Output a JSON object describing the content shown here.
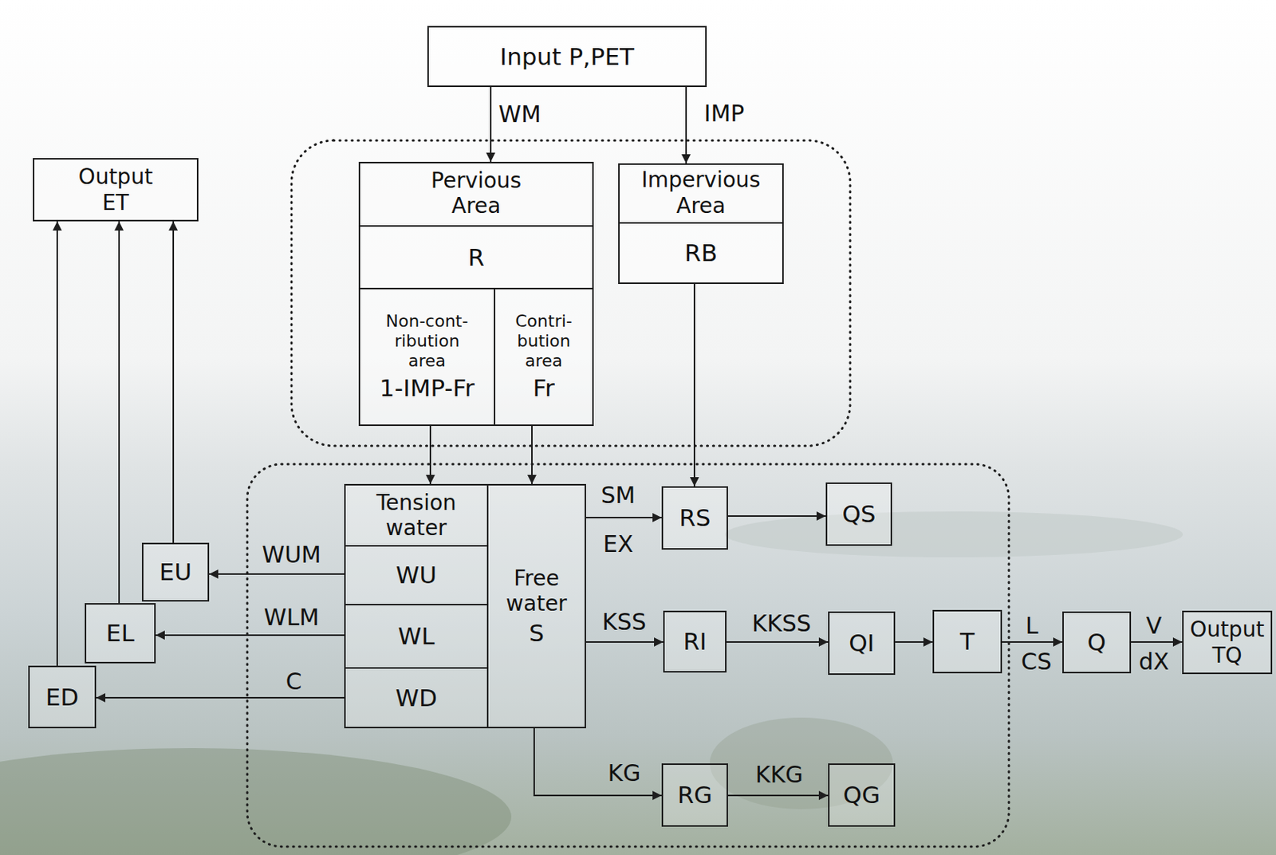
{
  "diagram": {
    "nodes": [
      {
        "text": [
          "Input P,PET"
        ]
      },
      {
        "text": [
          "Output ET"
        ]
      },
      {
        "text": [
          "Pervious Area"
        ]
      },
      {
        "text": [
          "R"
        ],
        "in": 2
      },
      {
        "text": [
          "Non-cont- ribution area",
          "1-IMP-Fr"
        ],
        "in": 2
      },
      {
        "text": [
          "Contri- bution area",
          "Fr"
        ],
        "in": 2
      },
      {
        "text": [
          "Impervious Area"
        ]
      },
      {
        "text": [
          "RB"
        ],
        "in": 6
      },
      {
        "text": [
          "EU"
        ]
      },
      {
        "text": [
          "EL"
        ]
      },
      {
        "text": [
          "ED"
        ]
      },
      {
        "text": [
          "Tension water"
        ]
      },
      {
        "text": [
          "WU"
        ]
      },
      {
        "text": [
          "WL"
        ]
      },
      {
        "text": [
          "WD"
        ]
      },
      {
        "text": [
          "Free water",
          "S"
        ]
      },
      {
        "text": [
          "RS"
        ]
      },
      {
        "text": [
          "QS"
        ]
      },
      {
        "text": [
          "RI"
        ]
      },
      {
        "text": [
          "QI"
        ]
      },
      {
        "text": [
          "T"
        ]
      },
      {
        "text": [
          "Q"
        ]
      },
      {
        "text": [
          "Output TQ"
        ]
      },
      {
        "text": [
          "RG"
        ]
      },
      {
        "text": [
          "QG"
        ]
      }
    ],
    "edges": [
      {
        "from": 0,
        "to": 2,
        "arrow": "to",
        "label": "WM"
      },
      {
        "from": 0,
        "to": 6,
        "arrow": "to",
        "label": "IMP"
      },
      {
        "from": 4,
        "to": 11,
        "arrow": "to"
      },
      {
        "from": 5,
        "to": 15,
        "arrow": "to"
      },
      {
        "from": 7,
        "to": 16,
        "arrow": "to"
      },
      {
        "from": 15,
        "to": 16,
        "arrow": "to",
        "label": "SM"
      },
      {
        "from": 16,
        "to": 17,
        "arrow": "to"
      },
      {
        "from": 15,
        "to": 18,
        "arrow": "to",
        "label": "KSS"
      },
      {
        "from": 18,
        "to": 19,
        "arrow": "to",
        "label": "KKSS"
      },
      {
        "from": 19,
        "to": 20,
        "arrow": "to"
      },
      {
        "from": 20,
        "to": 21,
        "arrow": "to",
        "label": "L"
      },
      {
        "from": 21,
        "to": 22,
        "arrow": "to",
        "label": "V"
      },
      {
        "from": 15,
        "to": 23,
        "arrow": "to",
        "label": "KG"
      },
      {
        "from": 23,
        "to": 24,
        "arrow": "to",
        "label": "KKG"
      },
      {
        "from": 12,
        "to": 8,
        "arrow": "to",
        "label": "WUM"
      },
      {
        "from": 13,
        "to": 9,
        "arrow": "to",
        "label": "WLM"
      },
      {
        "from": 14,
        "to": 10,
        "arrow": "to",
        "label": "C"
      },
      {
        "from": 8,
        "to": 1,
        "arrow": "to"
      },
      {
        "from": 9,
        "to": 1,
        "arrow": "to"
      },
      {
        "from": 10,
        "to": 1,
        "arrow": "to"
      }
    ],
    "labels": [
      "EX",
      "CS",
      "dX"
    ]
  }
}
